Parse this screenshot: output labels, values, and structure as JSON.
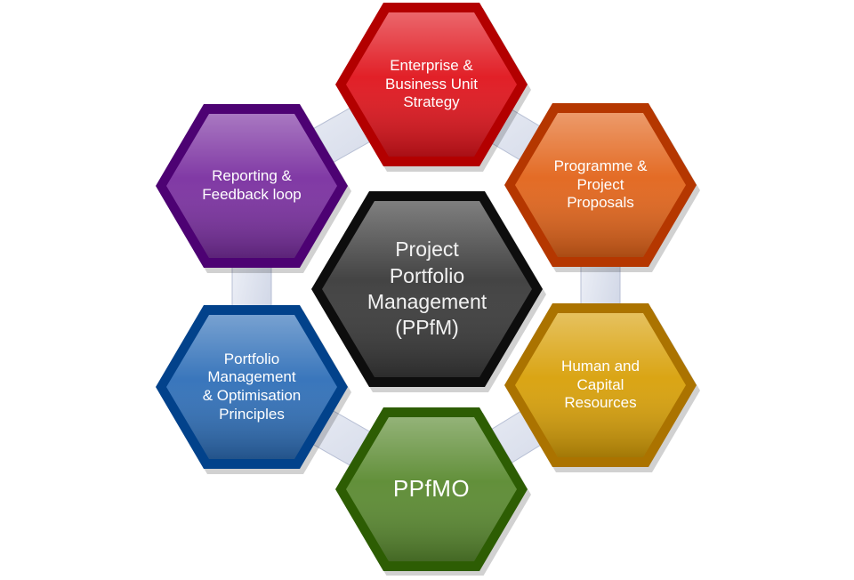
{
  "diagram": {
    "center": {
      "label": "Project\nPortfolio\nManagement\n(PPfM)",
      "color": "#3a3a3a"
    },
    "nodes": [
      {
        "id": "strategy",
        "label": "Enterprise &\nBusiness Unit\nStrategy",
        "color": "#e0141c"
      },
      {
        "id": "proposals",
        "label": "Programme &\nProject\nProposals",
        "color": "#e2641a"
      },
      {
        "id": "resources",
        "label": "Human and\nCapital\nResources",
        "color": "#d8a008"
      },
      {
        "id": "ppfmo",
        "label": "PPfMO",
        "color": "#5a8a30"
      },
      {
        "id": "principles",
        "label": "Portfolio\nManagement\n& Optimisation\nPrinciples",
        "color": "#2f6fb8"
      },
      {
        "id": "reporting",
        "label": "Reporting &\nFeedback loop",
        "color": "#7a2fa0"
      }
    ],
    "connector_color": "#dde3f0"
  }
}
